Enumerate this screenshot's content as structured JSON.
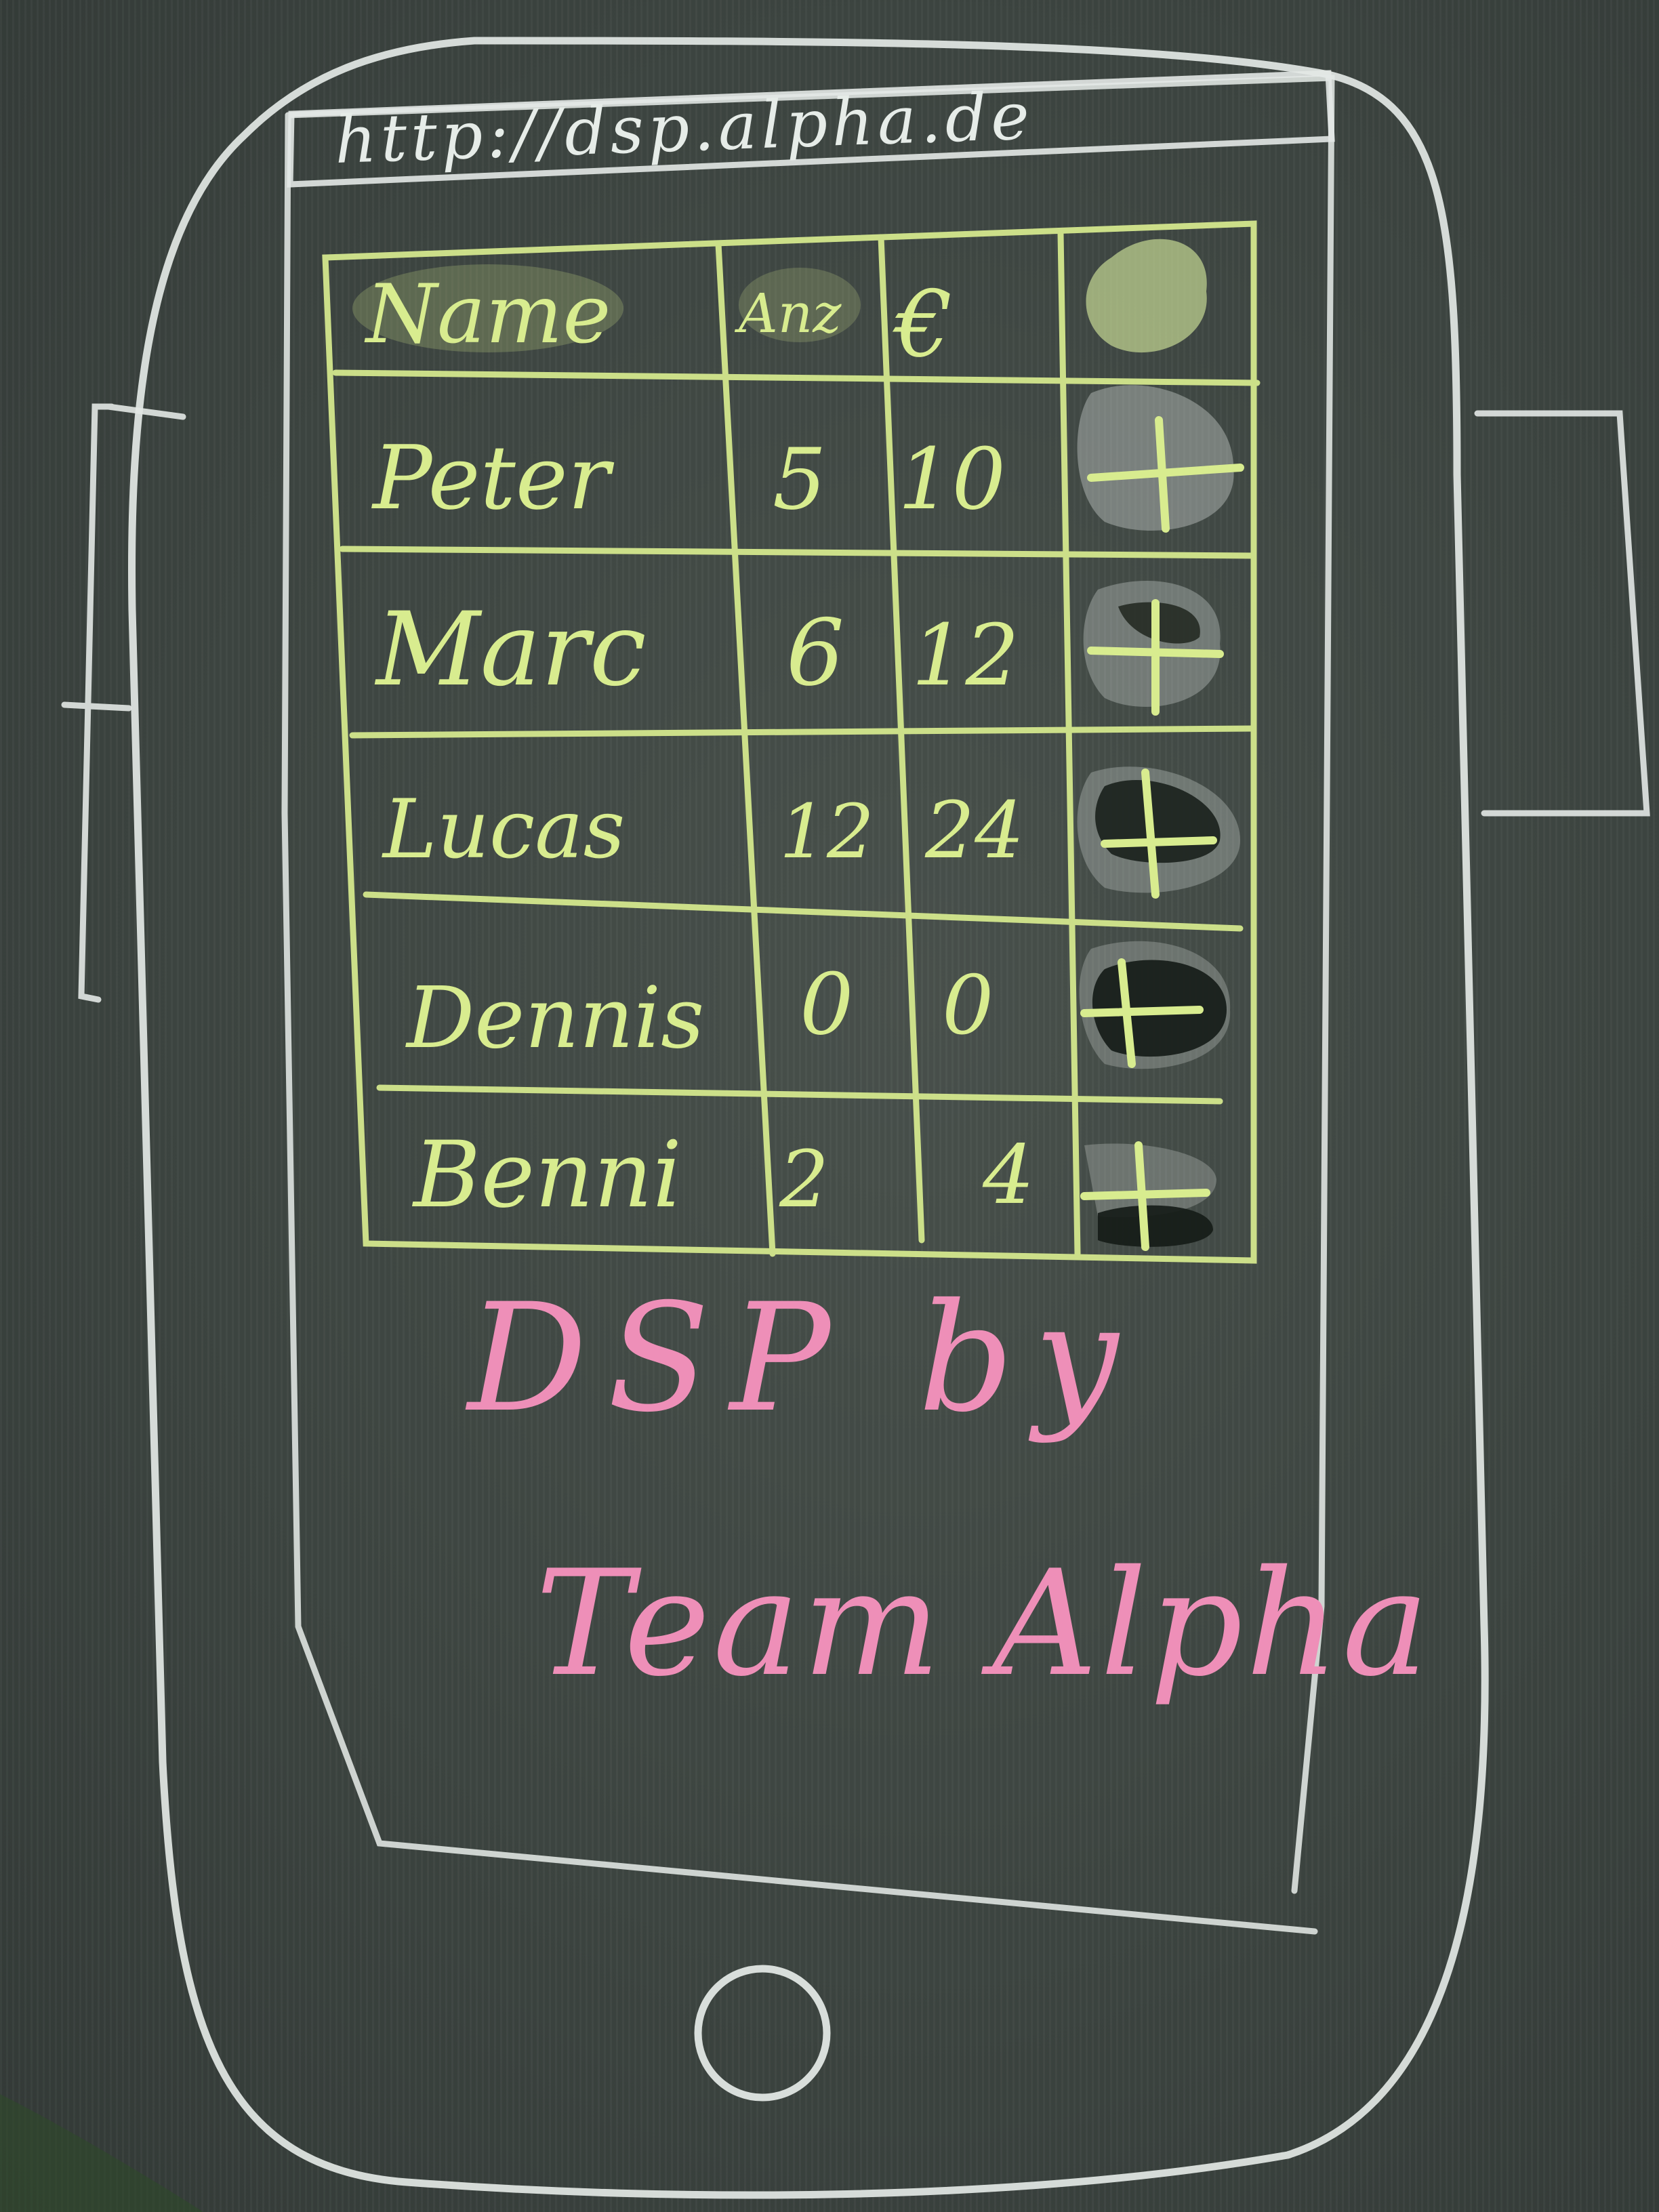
{
  "browser": {
    "url": "http://dsp.alpha.de"
  },
  "table": {
    "headers": [
      "Name",
      "Anz",
      "€"
    ],
    "rows": [
      {
        "name": "Peter",
        "anz": "5",
        "euro": "10"
      },
      {
        "name": "Marc",
        "anz": "6",
        "euro": "12"
      },
      {
        "name": "Lucas",
        "anz": "12",
        "euro": "24"
      },
      {
        "name": "Dennis",
        "anz": "0",
        "euro": "0"
      },
      {
        "name": "Benni",
        "anz": "2",
        "euro": "4"
      }
    ],
    "add_icon": "plus-icon",
    "header_icon": "blob-icon"
  },
  "footer": {
    "line1": "DSP by",
    "line2": "Team Alpha"
  },
  "colors": {
    "board": "#3f4743",
    "chalk_white": "#e6ece8",
    "chalk_green": "#d8ec8f",
    "chalk_pink": "#ee8fb8"
  }
}
